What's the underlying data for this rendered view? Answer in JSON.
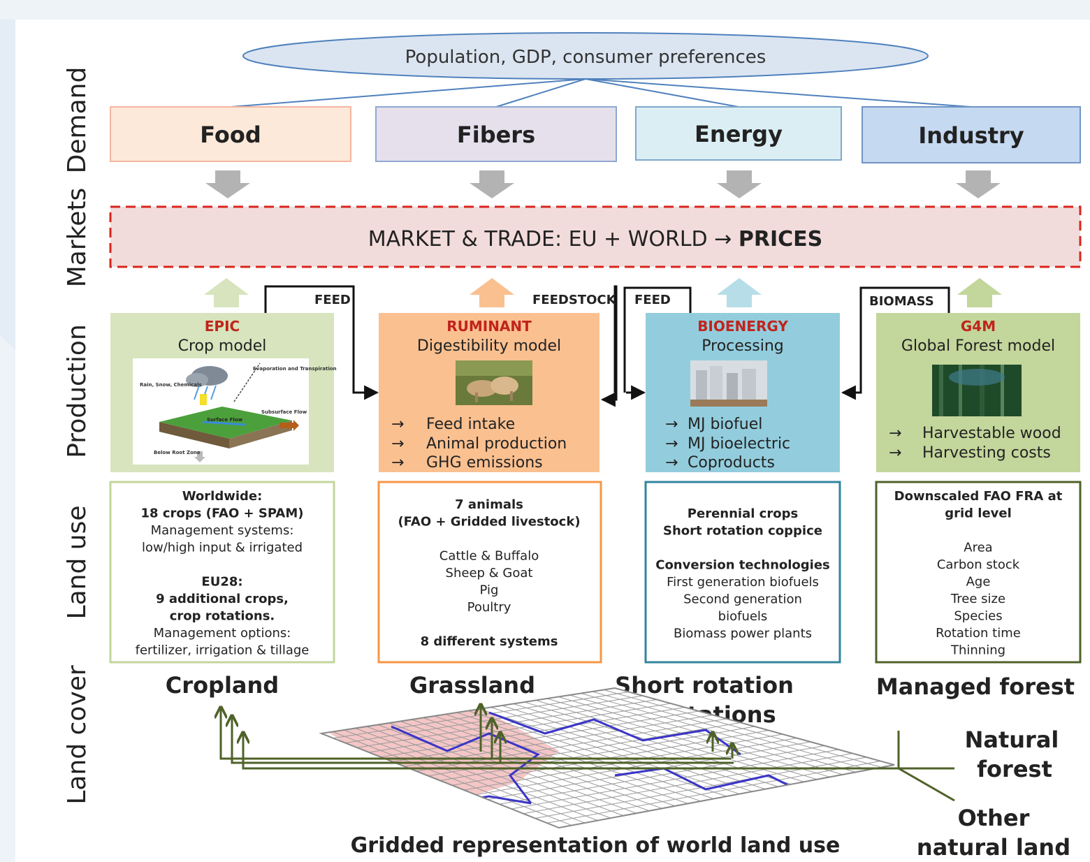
{
  "demand_ellipse": "Population, GDP, consumer preferences",
  "row_labels": {
    "demand": "Demand",
    "markets": "Markets",
    "production": "Production",
    "land_use": "Land use",
    "land_cover": "Land cover"
  },
  "demand_boxes": [
    "Food",
    "Fibers",
    "Energy",
    "Industry"
  ],
  "market_box": {
    "text": "MARKET & TRADE: EU + WORLD →",
    "bold": "PRICES"
  },
  "flow_labels": {
    "feed_1": "FEED",
    "feedstock": "FEEDSTOCK",
    "feed_2": "FEED",
    "biomass": "BIOMASS"
  },
  "production": {
    "epic": {
      "name": "EPIC",
      "subtitle": "Crop model"
    },
    "ruminant": {
      "name": "RUMINANT",
      "subtitle": "Digestibility model",
      "outputs": [
        "Feed intake",
        "Animal production",
        "GHG emissions"
      ]
    },
    "bioenergy": {
      "name": "BIOENERGY",
      "subtitle": "Processing",
      "outputs": [
        "MJ biofuel",
        "MJ  bioelectric",
        "Coproducts"
      ]
    },
    "g4m": {
      "name": "G4M",
      "subtitle": "Global Forest model",
      "outputs": [
        "Harvestable wood",
        "Harvesting costs"
      ]
    }
  },
  "arrow_glyph": "→",
  "land_use": {
    "cropland_box": [
      "Worldwide:",
      "18 crops (FAO + SPAM)",
      "Management systems:",
      "low/high input & irrigated",
      "",
      "EU28:",
      "9 additional crops,",
      "crop rotations.",
      "Management options:",
      "fertilizer, irrigation & tillage"
    ],
    "livestock_box": [
      "7 animals",
      "(FAO + Gridded livestock)",
      "",
      "Cattle & Buffalo",
      "Sheep & Goat",
      "Pig",
      "Poultry",
      "",
      "8 different systems"
    ],
    "energy_box": [
      "Perennial crops",
      "Short rotation coppice",
      "",
      "Conversion technologies",
      "First generation biofuels",
      "Second generation",
      "biofuels",
      "Biomass power plants"
    ],
    "forest_box": [
      "Downscaled FAO FRA at",
      "grid level",
      "",
      "Area",
      "Carbon stock",
      "Age",
      "Tree size",
      "Species",
      "Rotation time",
      "Thinning"
    ]
  },
  "land_cover": {
    "cropland": "Cropland",
    "grassland": "Grassland",
    "short_rotation_1": "Short rotation",
    "short_rotation_2": "plantations",
    "managed_forest": "Managed forest",
    "natural_forest_1": "Natural",
    "natural_forest_2": "forest",
    "other_land_1": "Other",
    "other_land_2": "natural land",
    "grid_caption": "Gridded representation of world land use"
  },
  "epic_diagram_labels": [
    "Rain, Snow, Chemicals",
    "Evaporation and Transpiration",
    "Subsurface Flow",
    "Surface Flow",
    "Below Root Zone"
  ],
  "colors": {
    "food": "#fde9d9",
    "food_border": "#f4b6a0",
    "fibers": "#e5e0ec",
    "fibers_border": "#8ea8d4",
    "energy": "#dbeef4",
    "energy_border": "#7ea8cc",
    "industry": "#c5d9f1",
    "industry_border": "#6f95c6",
    "market_fill": "#f2dcdb",
    "market_border": "#d9251d",
    "epic": "#d7e4bd",
    "ruminant": "#fac090",
    "bioenergy": "#93cddd",
    "g4m": "#c3d69b",
    "model_name": "#c0241c",
    "cropland_border": "#c3d69b",
    "livestock_border": "#f79646",
    "energy_border_lu": "#31859c",
    "forest_border": "#4f6228",
    "grid_pink": "#f4c6c6",
    "grid_blue": "#3a35c8",
    "land_arrow": "#4f6228"
  }
}
